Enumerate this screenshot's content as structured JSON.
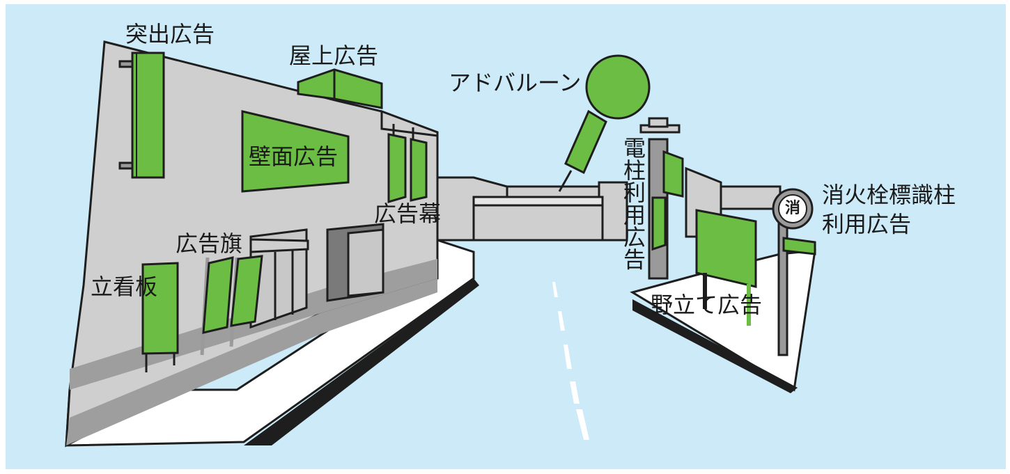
{
  "colors": {
    "sky": "#cceaf7",
    "building": "#cfcfcf",
    "building_dark": "#8f8f8f",
    "sign_green": "#6cbd44",
    "outline": "#1e1e1e",
    "road": "#cceaf7",
    "sidewalk": "#ffffff",
    "pole": "#9a9a9a"
  },
  "labels": {
    "projecting_sign": "突出広告",
    "rooftop_sign": "屋上広告",
    "ad_balloon": "アドバルーン",
    "wall_sign": "壁面広告",
    "banner_curtain": "広告幕",
    "ad_flag": "広告旗",
    "standing_board": "立看板",
    "utility_pole_ad": "電柱利用広告",
    "field_billboard": "野立て広告",
    "hydrant_sign_ad_line1": "消火栓標識柱",
    "hydrant_sign_ad_line2": "利用広告",
    "hydrant_mark": "消"
  }
}
